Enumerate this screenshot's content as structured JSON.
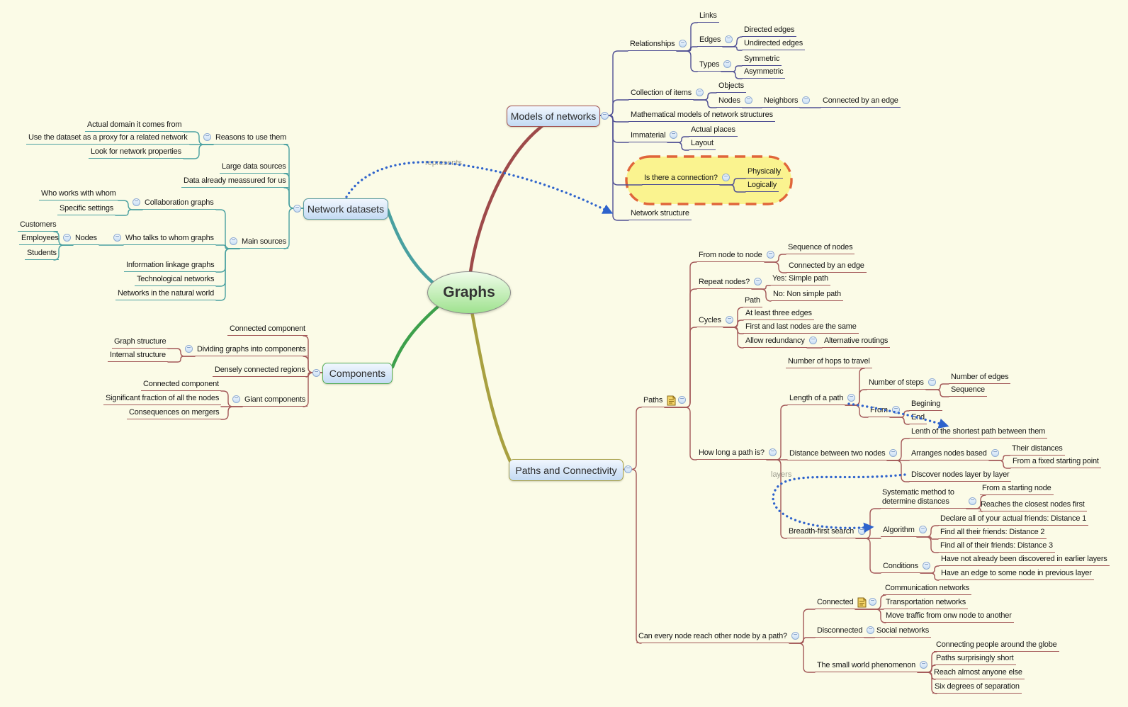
{
  "title": "Graphs",
  "root": {
    "id": "graphs",
    "label": "Graphs",
    "children": [
      {
        "id": "models",
        "label": "Models of networks",
        "children": [
          {
            "id": "relationships",
            "label": "Relationships",
            "children": [
              {
                "id": "links",
                "label": "Links"
              },
              {
                "id": "edges",
                "label": "Edges",
                "children": [
                  {
                    "id": "directed",
                    "label": "Directed edges"
                  },
                  {
                    "id": "undirected",
                    "label": "Undirected edges"
                  }
                ]
              },
              {
                "id": "types",
                "label": "Types",
                "children": [
                  {
                    "id": "symmetric",
                    "label": "Symmetric"
                  },
                  {
                    "id": "asymmetric",
                    "label": "Asymmetric"
                  }
                ]
              }
            ]
          },
          {
            "id": "collection",
            "label": "Collection of items",
            "children": [
              {
                "id": "objects",
                "label": "Objects"
              },
              {
                "id": "nodes2",
                "label": "Nodes",
                "children": [
                  {
                    "id": "neighbors",
                    "label": "Neighbors",
                    "children": [
                      {
                        "id": "connedge",
                        "label": "Connected by an edge"
                      }
                    ]
                  }
                ]
              }
            ]
          },
          {
            "id": "mathmodels",
            "label": "Mathematical models of network structures"
          },
          {
            "id": "immaterial",
            "label": "Immaterial",
            "children": [
              {
                "id": "actualplaces",
                "label": "Actual places"
              },
              {
                "id": "layoutn",
                "label": "Layout"
              }
            ]
          },
          {
            "id": "connection",
            "label": "Is there a connection?",
            "children": [
              {
                "id": "physically",
                "label": "Physically"
              },
              {
                "id": "logically",
                "label": "Logically"
              }
            ]
          },
          {
            "id": "netstructure",
            "label": "Network structure"
          }
        ]
      },
      {
        "id": "netdatasets",
        "label": "Network datasets",
        "children": [
          {
            "id": "reasons",
            "label": "Reasons to use them",
            "children": [
              {
                "id": "actualdomain",
                "label": "Actual domain it comes from"
              },
              {
                "id": "proxy",
                "label": "Use the dataset as a proxy for a related network"
              },
              {
                "id": "lookfor",
                "label": "Look for network properties"
              }
            ]
          },
          {
            "id": "largedata",
            "label": "Large data sources"
          },
          {
            "id": "datameasured",
            "label": "Data already meassured for us"
          },
          {
            "id": "mainsources",
            "label": "Main sources",
            "children": [
              {
                "id": "collaboration",
                "label": "Collaboration graphs",
                "children": [
                  {
                    "id": "whoworks",
                    "label": "Who works with whom"
                  },
                  {
                    "id": "specific",
                    "label": "Specific settings"
                  }
                ]
              },
              {
                "id": "whotalks",
                "label": "Who talks to whom graphs",
                "children": [
                  {
                    "id": "nodesL",
                    "label": "Nodes",
                    "children": [
                      {
                        "id": "customers",
                        "label": "Customers"
                      },
                      {
                        "id": "employees",
                        "label": "Employees"
                      },
                      {
                        "id": "students",
                        "label": "Students"
                      }
                    ]
                  }
                ]
              },
              {
                "id": "infolink",
                "label": "Information linkage graphs"
              },
              {
                "id": "technet",
                "label": "Technological networks"
              },
              {
                "id": "natworld",
                "label": "Networks in the natural world"
              }
            ]
          }
        ]
      },
      {
        "id": "components",
        "label": "Components",
        "children": [
          {
            "id": "cc1",
            "label": "Connected component"
          },
          {
            "id": "dividing",
            "label": "Dividing graphs into components",
            "children": [
              {
                "id": "graphstructure",
                "label": "Graph structure"
              },
              {
                "id": "internalstructure",
                "label": "Internal structure"
              }
            ]
          },
          {
            "id": "densely",
            "label": "Densely connected regions"
          },
          {
            "id": "giant",
            "label": "Giant components",
            "children": [
              {
                "id": "cc2",
                "label": "Connected component"
              },
              {
                "id": "sigfrac",
                "label": "Significant fraction of all the nodes"
              },
              {
                "id": "consequences",
                "label": "Consequences on mergers"
              }
            ]
          }
        ]
      },
      {
        "id": "pc",
        "label": "Paths and Connectivity",
        "children": [
          {
            "id": "paths",
            "label": "Paths",
            "icon": "note",
            "children": [
              {
                "id": "fromnode",
                "label": "From node to node",
                "children": [
                  {
                    "id": "seqnodes",
                    "label": "Sequence of nodes"
                  },
                  {
                    "id": "connbyedge",
                    "label": "Connected by an edge"
                  }
                ]
              },
              {
                "id": "repeat",
                "label": "Repeat nodes?",
                "children": [
                  {
                    "id": "yessimple",
                    "label": "Yes: Simple path"
                  },
                  {
                    "id": "nonsimple",
                    "label": "No: Non simple path"
                  }
                ]
              },
              {
                "id": "cycles",
                "label": "Cycles",
                "children": [
                  {
                    "id": "path1",
                    "label": "Path"
                  },
                  {
                    "id": "atleast3",
                    "label": "At least three edges"
                  },
                  {
                    "id": "firstlast",
                    "label": "First and last nodes are the same"
                  },
                  {
                    "id": "allowred",
                    "label": "Allow redundancy",
                    "children": [
                      {
                        "id": "altroutings",
                        "label": "Alternative routings"
                      }
                    ]
                  }
                ]
              },
              {
                "id": "howlong",
                "label": "How long a path is?",
                "children": [
                  {
                    "id": "lengthpath",
                    "label": "Length of a path",
                    "children": [
                      {
                        "id": "numhops",
                        "label": "Number of hops to travel"
                      },
                      {
                        "id": "numsteps",
                        "label": "Number of steps",
                        "children": [
                          {
                            "id": "numedges",
                            "label": "Number of edges"
                          },
                          {
                            "id": "sequence",
                            "label": "Sequence"
                          }
                        ]
                      },
                      {
                        "id": "from2",
                        "label": "From",
                        "children": [
                          {
                            "id": "begining",
                            "label": "Begining"
                          },
                          {
                            "id": "end2",
                            "label": "End"
                          }
                        ]
                      }
                    ]
                  },
                  {
                    "id": "distance",
                    "label": "Distance between two nodes",
                    "children": [
                      {
                        "id": "shortest",
                        "label": "Lenth of the shortest path between them"
                      },
                      {
                        "id": "arranges",
                        "label": "Arranges nodes based",
                        "children": [
                          {
                            "id": "theirdist",
                            "label": "Their distances"
                          },
                          {
                            "id": "fixedstart",
                            "label": "From a fixed starting point"
                          }
                        ]
                      },
                      {
                        "id": "discover",
                        "label": "Discover nodes layer by layer"
                      }
                    ]
                  },
                  {
                    "id": "bfs",
                    "label": "Breadth-first search",
                    "children": [
                      {
                        "id": "sysmethod",
                        "label": "Systematic method to determine distances",
                        "children": [
                          {
                            "id": "fromstart",
                            "label": "From a starting node"
                          },
                          {
                            "id": "reachclosest",
                            "label": "Reaches the closest nodes first"
                          }
                        ]
                      },
                      {
                        "id": "algorithm",
                        "label": "Algorithm",
                        "children": [
                          {
                            "id": "declare",
                            "label": "Declare all of your actual friends: Distance 1"
                          },
                          {
                            "id": "findall2",
                            "label": "Find all their friends: Distance 2"
                          },
                          {
                            "id": "findall3",
                            "label": "Find all of their friends: Distance 3"
                          }
                        ]
                      },
                      {
                        "id": "conditions",
                        "label": "Conditions",
                        "children": [
                          {
                            "id": "havenot",
                            "label": "Have not already been discovered in earlier layers"
                          },
                          {
                            "id": "haveedge",
                            "label": "Have an edge to some node in previous layer"
                          }
                        ]
                      }
                    ]
                  }
                ]
              }
            ]
          },
          {
            "id": "canevery",
            "label": "Can every node reach other node by a path?",
            "children": [
              {
                "id": "connected2",
                "label": "Connected",
                "icon": "note",
                "children": [
                  {
                    "id": "commnet",
                    "label": "Communication networks"
                  },
                  {
                    "id": "transpnet",
                    "label": "Transportation networks"
                  },
                  {
                    "id": "movetraffic",
                    "label": "Move traffic from onw node to another"
                  }
                ]
              },
              {
                "id": "disconnected",
                "label": "Disconnected",
                "children": [
                  {
                    "id": "socialnet",
                    "label": "Social networks"
                  }
                ]
              },
              {
                "id": "smallworld",
                "label": "The small world phenomenon",
                "children": [
                  {
                    "id": "connglobe",
                    "label": "Connecting people around the globe"
                  },
                  {
                    "id": "pathsshort",
                    "label": "Paths surprisingly short"
                  },
                  {
                    "id": "reachanyone",
                    "label": "Reach almost anyone else"
                  },
                  {
                    "id": "sixdegrees",
                    "label": "Six degrees of separation"
                  }
                ]
              }
            ]
          }
        ]
      }
    ]
  },
  "relationships": [
    {
      "from": "netdatasets",
      "to": "netstructure",
      "label": "represents"
    },
    {
      "from": "lengthpath",
      "to": "shortest",
      "label": ""
    },
    {
      "from": "discover",
      "to": "algorithm",
      "label": "layers"
    }
  ],
  "boundary": {
    "around": "connection",
    "style": "dashed-cloud"
  },
  "icons": {
    "collapse": "minus-circle",
    "note": "note-paper"
  },
  "colors": {
    "background": "#FBFBE7",
    "relationship_line": "#2e63cc",
    "relationship_label": "#9b9b8d",
    "boundary_fill": "#FAF38F",
    "boundary_border": "#E0653A",
    "root_fill": "#b8eaa8",
    "branches": {
      "models": {
        "line": "#4f4f94",
        "box_border": "#a05050",
        "curve": "#9e4a4a"
      },
      "netdatasets": {
        "line": "#49a0a0",
        "box_border": "#5b9aa0",
        "curve": "#49a0a0"
      },
      "components": {
        "line": "#a35858",
        "box_border": "#55ad55",
        "curve": "#3da04b"
      },
      "pc": {
        "line": "#a35858",
        "box_border": "#aaa24a",
        "curve": "#a8a040"
      }
    }
  }
}
